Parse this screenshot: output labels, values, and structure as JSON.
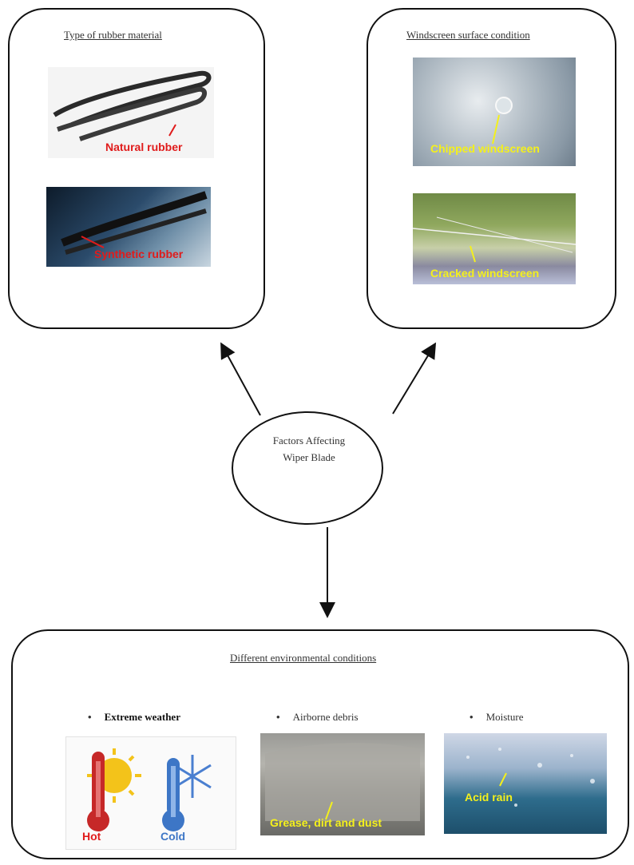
{
  "center": {
    "line1": "Factors Affecting",
    "line2": "Wiper Blade"
  },
  "rubber": {
    "title": "Type of rubber material",
    "natural_caption": "Natural rubber",
    "synthetic_caption": "Synthetic rubber"
  },
  "windscreen": {
    "title": "Windscreen surface condition",
    "chipped_caption": "Chipped windscreen",
    "cracked_caption": "Cracked windscreen"
  },
  "environment": {
    "title": "Different environmental conditions",
    "items": [
      {
        "label": "Extreme weather",
        "hot": "Hot",
        "cold": "Cold"
      },
      {
        "label": "Airborne debris",
        "caption": "Grease, dirt and dust"
      },
      {
        "label": "Moisture",
        "caption": "Acid rain"
      }
    ]
  },
  "colors": {
    "caption_red": "#e01b1b",
    "caption_yellow": "#f4f01c",
    "border": "#111111"
  }
}
